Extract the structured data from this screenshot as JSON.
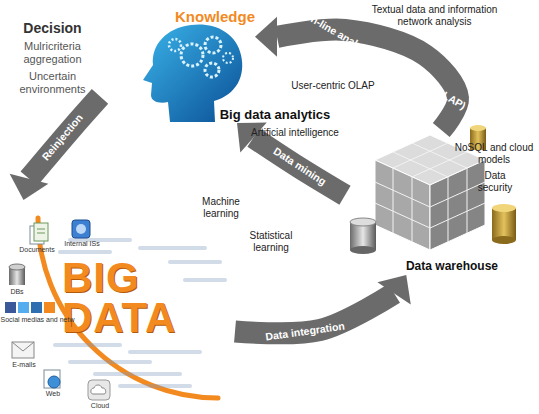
{
  "diagram": {
    "nodes": [
      {
        "text": [
          "Knowledge"
        ]
      },
      {
        "text": [
          "Decision",
          "Mulricriteria aggregation",
          "Uncertain environments"
        ]
      },
      {
        "text": [
          "BIG DATA"
        ]
      },
      {
        "text": [
          "Data warehouse"
        ]
      }
    ],
    "edges": [
      {
        "from": 3,
        "to": 0,
        "label": "On-line analytical processing (OLAP)",
        "arrow": "to"
      },
      {
        "from": 3,
        "to": 0,
        "label": "Data mining",
        "arrow": "to"
      },
      {
        "from": 1,
        "to": 2,
        "label": "Reinjection",
        "arrow": "to"
      },
      {
        "from": 2,
        "to": 3,
        "label": "Data integration",
        "arrow": "to"
      }
    ],
    "labels": [
      "Big data analytics",
      "Textual data and information network analysis",
      "User-centric OLAP",
      "Artificial intelligence",
      "Machine learning",
      "Statistical learning",
      "NoSQL and cloud models",
      "Data security",
      "Documents",
      "Internal ISs",
      "DBs",
      "Social medias and netw",
      "E-mails",
      "Web",
      "Cloud"
    ]
  }
}
